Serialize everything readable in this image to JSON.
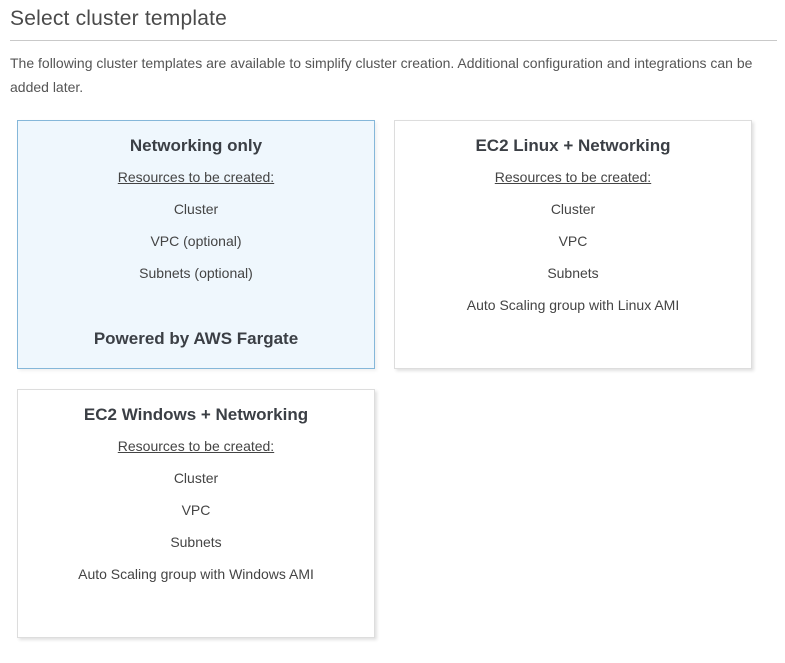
{
  "page": {
    "title": "Select cluster template",
    "description": "The following cluster templates are available to simplify cluster creation. Additional configuration and integrations can be added later."
  },
  "colors": {
    "selected_card_background": "#eff7fd",
    "selected_card_border": "#85b7d9",
    "card_border": "#dddddd",
    "heading_text": "#4a4a4a",
    "body_text": "#555555",
    "card_text": "#3b3f45"
  },
  "cards": [
    {
      "id": "networking-only",
      "title": "Networking only",
      "resources_label": "Resources to be created:",
      "resources": [
        "Cluster",
        "VPC (optional)",
        "Subnets (optional)"
      ],
      "footer": "Powered by AWS Fargate",
      "selected": true
    },
    {
      "id": "ec2-linux-networking",
      "title": "EC2 Linux + Networking",
      "resources_label": "Resources to be created:",
      "resources": [
        "Cluster",
        "VPC",
        "Subnets",
        "Auto Scaling group with Linux AMI"
      ],
      "selected": false
    },
    {
      "id": "ec2-windows-networking",
      "title": "EC2 Windows + Networking",
      "resources_label": "Resources to be created:",
      "resources": [
        "Cluster",
        "VPC",
        "Subnets",
        "Auto Scaling group with Windows AMI"
      ],
      "selected": false
    }
  ]
}
